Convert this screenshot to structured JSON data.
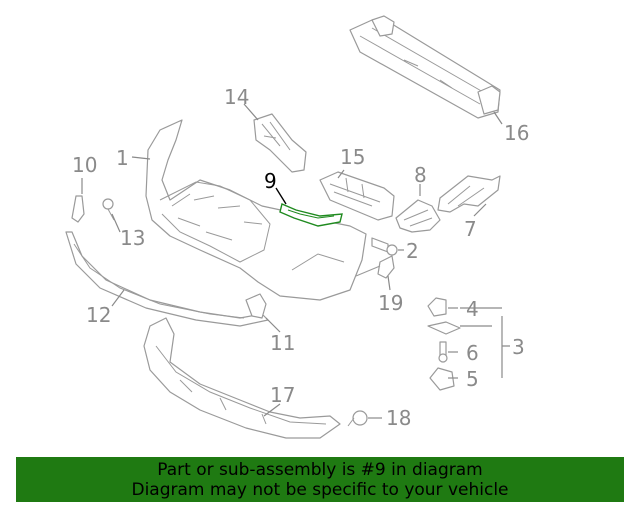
{
  "diagram": {
    "callouts": [
      {
        "id": "1",
        "label": "1"
      },
      {
        "id": "2",
        "label": "2"
      },
      {
        "id": "3",
        "label": "3"
      },
      {
        "id": "4",
        "label": "4"
      },
      {
        "id": "5",
        "label": "5"
      },
      {
        "id": "6",
        "label": "6"
      },
      {
        "id": "7",
        "label": "7"
      },
      {
        "id": "8",
        "label": "8"
      },
      {
        "id": "9",
        "label": "9",
        "highlighted": true
      },
      {
        "id": "10",
        "label": "10"
      },
      {
        "id": "11",
        "label": "11"
      },
      {
        "id": "12",
        "label": "12"
      },
      {
        "id": "13",
        "label": "13"
      },
      {
        "id": "14",
        "label": "14"
      },
      {
        "id": "15",
        "label": "15"
      },
      {
        "id": "16",
        "label": "16"
      },
      {
        "id": "17",
        "label": "17"
      },
      {
        "id": "18",
        "label": "18"
      },
      {
        "id": "19",
        "label": "19"
      }
    ],
    "highlight_color": "#1f8a1f"
  },
  "banner": {
    "line1": "Part or sub-assembly is #9 in diagram",
    "line2": "Diagram may not be specific to your vehicle",
    "background": "#1f7a12"
  }
}
